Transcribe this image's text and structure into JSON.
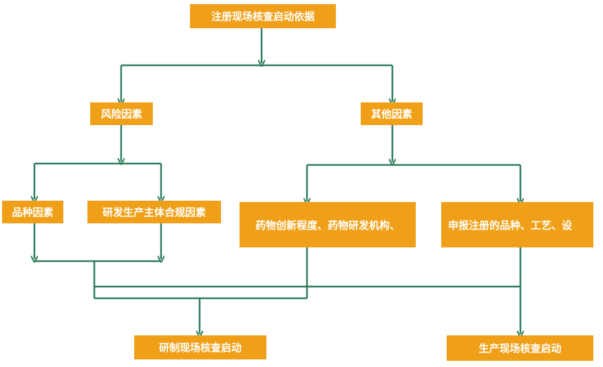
{
  "nodes": {
    "root": "注册现场核查启动依据",
    "risk_factors": "风险因素",
    "other_factors": "其他因素",
    "variety_factors": "品种因素",
    "entity_compliance": "研发生产主体合规因素",
    "innovation": "药物创新程度、药物研发机构、",
    "registered_variety": "申报注册的品种、工艺、设",
    "rd_inspection": "研制现场核查启动",
    "production_inspection": "生产现场核查启动"
  },
  "colors": {
    "node_fill": "#F0A018",
    "node_text": "#FFFFFF",
    "connector": "#2E7D5B"
  }
}
